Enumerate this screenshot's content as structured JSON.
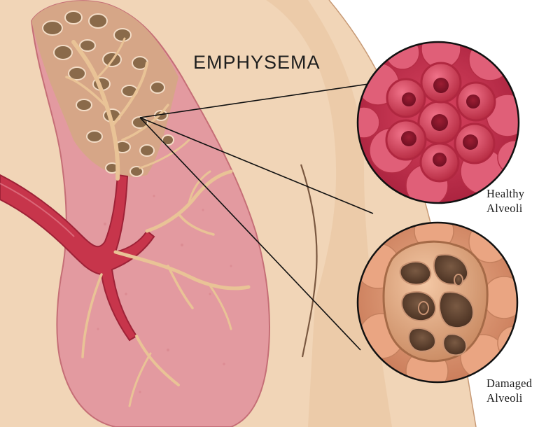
{
  "title": "EMPHYSEMA",
  "callouts": {
    "healthy": {
      "line1": "Healthy",
      "line2": "Alveoli"
    },
    "damaged": {
      "line1": "Damaged",
      "line2": "Alveoli"
    }
  },
  "colors": {
    "skin": "#f0d3b4",
    "skin_shadow": "#d9b08a",
    "lung": "#e6a2a6",
    "airway": "#c2334a",
    "bronchiole": "#e8c092",
    "healthy_alveoli": "#c8334f",
    "damaged_alveoli": "#e3a27f"
  }
}
